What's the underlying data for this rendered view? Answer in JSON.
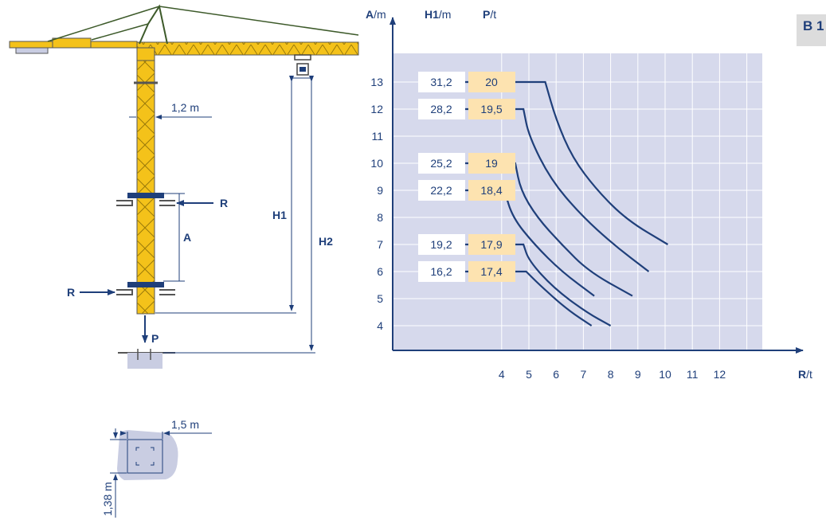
{
  "badge": "B 1",
  "crane": {
    "mast_width": "1,2 m",
    "anchor_label": "R",
    "anchor_label_bottom": "R",
    "distance_label": "A",
    "height1_label": "H1",
    "height2_label": "H2",
    "load_label": "P"
  },
  "foundation": {
    "width": "1,5 m",
    "depth": "1,38 m"
  },
  "colors": {
    "line": "#1f3f7a",
    "chart_bg": "#d6d9ec",
    "p_cell": "#fde3b0",
    "crane_yellow": "#f4c21a",
    "foundation_fill": "#c9cde2"
  },
  "chart_data": {
    "type": "line",
    "headers": {
      "a_unit_bold": "A",
      "a_unit": "/m",
      "h1_bold": "H1",
      "h1_unit": "/m",
      "p_bold": "P",
      "p_unit": "/t"
    },
    "xaxis": {
      "bold": "R",
      "unit": "/t"
    },
    "xticks": [
      "4",
      "5",
      "6",
      "7",
      "8",
      "9",
      "10",
      "11",
      "12"
    ],
    "yticks": [
      "4",
      "5",
      "6",
      "7",
      "8",
      "9",
      "10",
      "11",
      "12",
      "13"
    ],
    "rows": [
      {
        "A": 13,
        "H1": "31,2",
        "P": "20"
      },
      {
        "A": 12,
        "H1": "28,2",
        "P": "19,5"
      },
      {
        "A": 10,
        "H1": "25,2",
        "P": "19"
      },
      {
        "A": 9,
        "H1": "22,2",
        "P": "18,4"
      },
      {
        "A": 7,
        "H1": "19,2",
        "P": "17,9"
      },
      {
        "A": 6,
        "H1": "16,2",
        "P": "17,4"
      }
    ],
    "series": [
      {
        "values": [
          [
            1.8,
            13
          ],
          [
            5.6,
            13
          ],
          [
            6.0,
            11.6
          ],
          [
            6.6,
            10.2
          ],
          [
            7.5,
            9.0
          ],
          [
            8.6,
            7.9
          ],
          [
            10.1,
            7.0
          ]
        ]
      },
      {
        "values": [
          [
            1.8,
            12
          ],
          [
            4.8,
            12
          ],
          [
            5.0,
            11.0
          ],
          [
            5.8,
            9.4
          ],
          [
            6.9,
            8.1
          ],
          [
            8.1,
            7.0
          ],
          [
            9.4,
            6.0
          ]
        ]
      },
      {
        "values": [
          [
            1.8,
            10
          ],
          [
            4.5,
            10
          ],
          [
            4.7,
            9.0
          ],
          [
            5.3,
            8.0
          ],
          [
            6.2,
            7.0
          ],
          [
            7.2,
            6.0
          ],
          [
            8.8,
            5.1
          ]
        ]
      },
      {
        "values": [
          [
            1.8,
            9
          ],
          [
            4.1,
            9
          ],
          [
            4.4,
            8.0
          ],
          [
            5.2,
            7.0
          ],
          [
            6.2,
            6.0
          ],
          [
            7.4,
            5.1
          ]
        ]
      },
      {
        "values": [
          [
            1.8,
            7
          ],
          [
            4.8,
            7
          ],
          [
            5.0,
            6.4
          ],
          [
            5.9,
            5.4
          ],
          [
            7.1,
            4.5
          ],
          [
            8.0,
            4.0
          ]
        ]
      },
      {
        "values": [
          [
            1.8,
            6
          ],
          [
            4.9,
            6
          ],
          [
            5.4,
            5.5
          ],
          [
            6.4,
            4.6
          ],
          [
            7.3,
            4.0
          ]
        ]
      }
    ],
    "xlim": [
      0,
      14
    ],
    "ylim": [
      3,
      14
    ],
    "grid": true
  }
}
